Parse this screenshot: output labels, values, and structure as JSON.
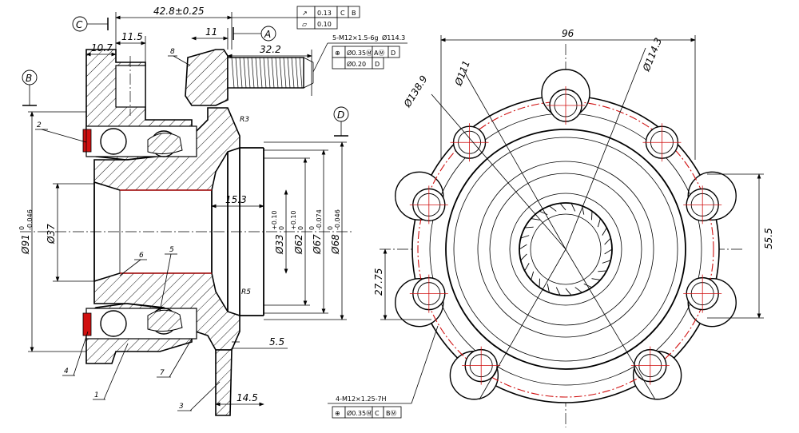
{
  "dims": {
    "d_42_8": "42.8±0.25",
    "d_11_5": "11.5",
    "d_11": "11",
    "d_10_7": "10.7",
    "d_32_2": "32.2",
    "d_15_3": "15.3",
    "d_5_5": "5.5",
    "d_14_5": "14.5",
    "r3": "R3",
    "r5": "R5",
    "d_37": "Ø37",
    "d_91": "Ø91",
    "d_91_tol": "-0.046",
    "d_91_up": "0",
    "d_33": "Ø33",
    "d_33_up": "+0.10",
    "d_33_lo": "0",
    "d_62": "Ø62",
    "d_62_up": "+0.10",
    "d_62_lo": "0",
    "d_67": "Ø67",
    "d_67_up": "0",
    "d_67_lo": "-0.074",
    "d_68": "Ø68",
    "d_68_up": "0",
    "d_68_lo": "-0.046",
    "d_96": "96",
    "d_138_9": "Ø138.9",
    "d_111": "Ø111",
    "d_114_3": "Ø114.3",
    "d_55_5": "55.5",
    "d_27_75": "27.75"
  },
  "datums": {
    "a": "A",
    "b": "B",
    "c": "C",
    "d": "D"
  },
  "parts": {
    "p1": "1",
    "p2": "2",
    "p3": "3",
    "p4": "4",
    "p5": "5",
    "p6": "6",
    "p7": "7",
    "p8": "8"
  },
  "fcf_top": {
    "sym1": "↗",
    "val1": "0.13",
    "ref1a": "C",
    "ref1b": "B",
    "sym2": "▱",
    "val2": "0.10"
  },
  "thread_top": {
    "label": "5-M12×1.5-6g",
    "pcd": "Ø114.3",
    "sym": "⊕",
    "val1": "Ø0.35Ⓜ",
    "ref1": "AⓂ",
    "ref1b": "D",
    "val2": "Ø0.20",
    "ref2": "D"
  },
  "thread_bottom": {
    "label": "4-M12×1.25-7H",
    "sym": "⊕",
    "val": "Ø0.35Ⓜ",
    "ref1": "C",
    "ref2": "BⓂ"
  },
  "colors": {
    "line": "#000000",
    "pitch_circle": "#d01010",
    "seal": "#d01010"
  }
}
